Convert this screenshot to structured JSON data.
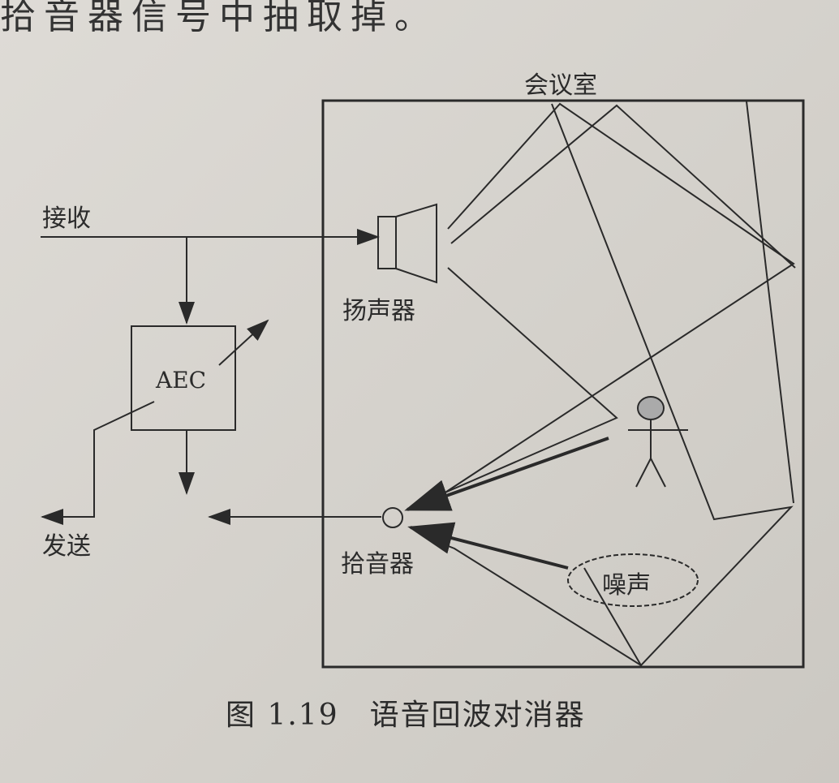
{
  "top_text": "拾音器信号中抽取掉。",
  "labels": {
    "room": "会议室",
    "receive": "接收",
    "send": "发送",
    "aec": "AEC",
    "speaker": "扬声器",
    "microphone": "拾音器",
    "noise": "噪声"
  },
  "caption": "图 1.19　语音回波对消器",
  "colors": {
    "line": "#2a2a2a",
    "paper": "#d8d5d0"
  }
}
